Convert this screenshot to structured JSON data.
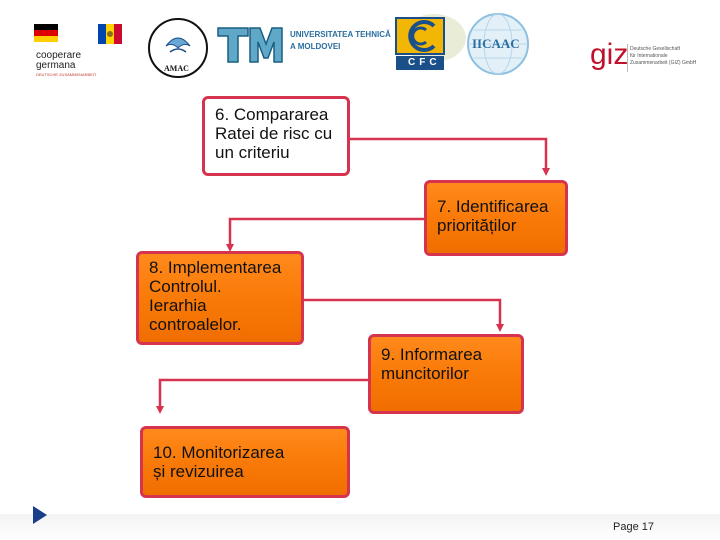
{
  "header": {
    "coop_text_1": "cooperare",
    "coop_text_2": "germana",
    "coop_text_3": "DEUTSCHE ZUSAMMENARBEIT",
    "amac_text": "AMAC",
    "utm_text_1": "UNIVERSITATEA TEHNICĂ",
    "utm_text_2": "A MOLDOVEI",
    "cfc_text": "CFC",
    "iicaac_text": "IICAAC",
    "giz_logo": "giz",
    "giz_text_1": "Deutsche Gesellschaft",
    "giz_text_2": "für Internationale",
    "giz_text_3": "Zusammenarbeit (GIZ) GmbH"
  },
  "steps": {
    "step6": "6. Compararea\nRatei de risc cu\nun criteriu",
    "step7": "7. Identificarea\npriorităților",
    "step8": "8. Implementarea\nControlul.\nIerarhia\ncontroalelor.",
    "step9": "9. Informarea\nmuncitorilor",
    "step10": "10. Monitorizarea\n și revizuirea"
  },
  "footer": {
    "page_label": "Page 17"
  },
  "colors": {
    "border": "#d6344e",
    "box_fill": "#f97a08",
    "connector": "#d6344e",
    "nav_arrow": "#1a3f8a"
  }
}
